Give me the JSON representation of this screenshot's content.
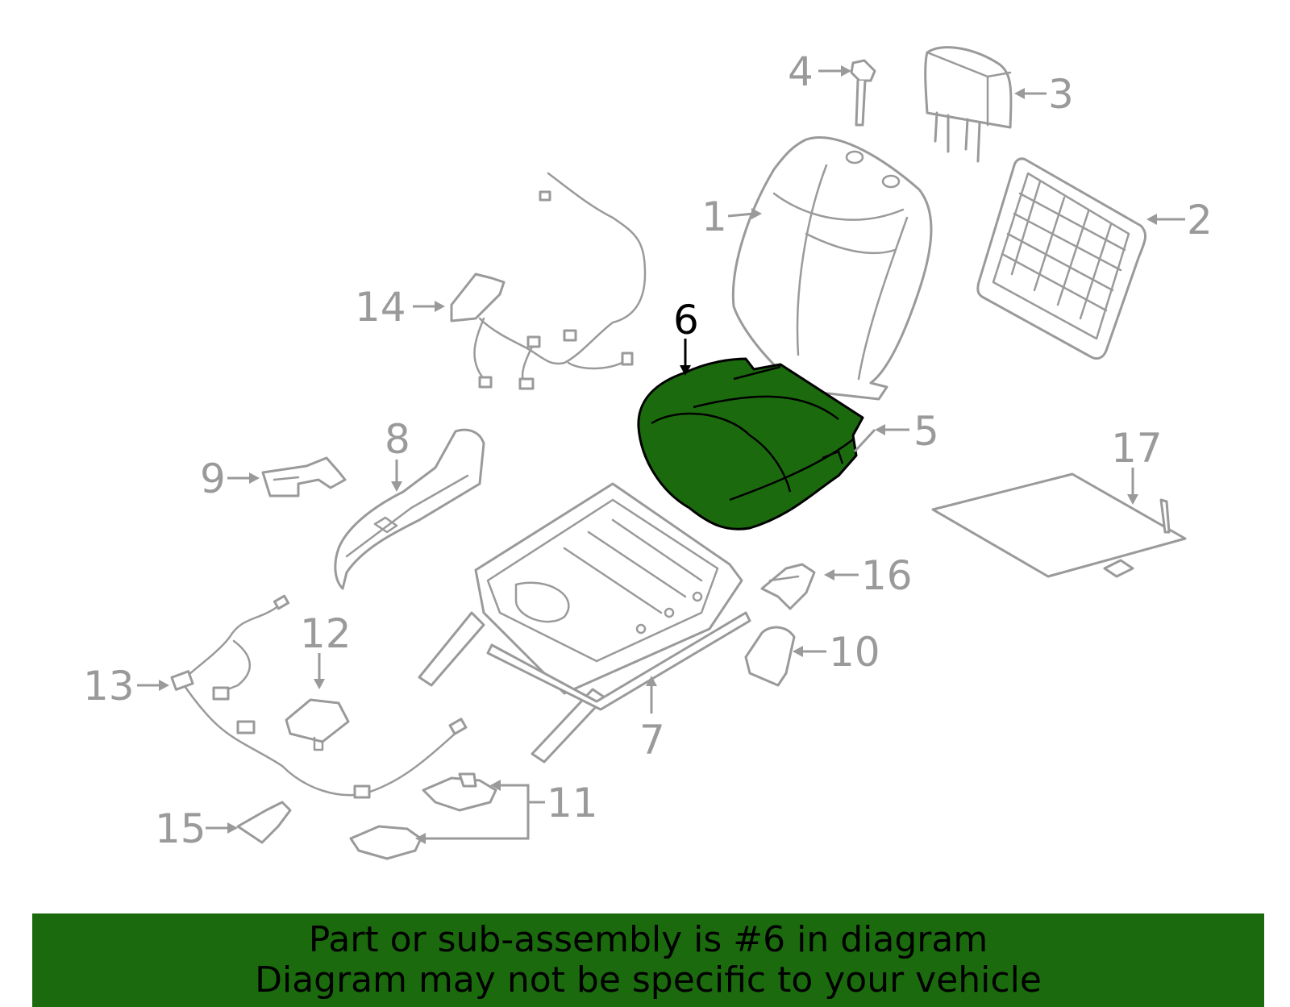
{
  "diagram": {
    "highlight_color": "#1b6b0e",
    "line_color": "#9a9a9a",
    "callouts": {
      "c1": "1",
      "c2": "2",
      "c3": "3",
      "c4": "4",
      "c5": "5",
      "c6": "6",
      "c7": "7",
      "c8": "8",
      "c9": "9",
      "c10": "10",
      "c11": "11",
      "c12": "12",
      "c13": "13",
      "c14": "14",
      "c15": "15",
      "c16": "16",
      "c17": "17"
    },
    "highlighted_callout": "6"
  },
  "footer": {
    "line1": "Part or sub-assembly is #6 in diagram",
    "line2": "Diagram may not be specific to your vehicle",
    "background": "#1b6b0e"
  }
}
